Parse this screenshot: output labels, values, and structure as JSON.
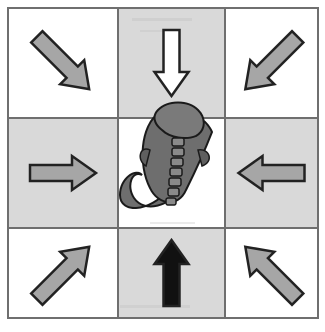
{
  "diagram": {
    "grid": {
      "rows": 3,
      "cols": 3
    },
    "colors": {
      "background": "#ffffff",
      "shaded_cell": "#d9d9d9",
      "grid_line": "#6f6f6f",
      "gray_arrow": "#a6a6a6",
      "white_arrow": "#ffffff",
      "black_arrow": "#111111",
      "arrow_outline": "#222222",
      "creature_body": "#6e6e6e",
      "creature_outline": "#1a1a1a"
    },
    "shaded_cells": [
      [
        0,
        1
      ],
      [
        1,
        0
      ],
      [
        1,
        2
      ],
      [
        2,
        1
      ]
    ],
    "arrows": [
      {
        "name": "arrow-top-left",
        "row": 0,
        "col": 0,
        "direction": "down-right",
        "fill": "gray"
      },
      {
        "name": "arrow-top-center",
        "row": 0,
        "col": 1,
        "direction": "down",
        "fill": "white"
      },
      {
        "name": "arrow-top-right",
        "row": 0,
        "col": 2,
        "direction": "down-left",
        "fill": "gray"
      },
      {
        "name": "arrow-middle-left",
        "row": 1,
        "col": 0,
        "direction": "right",
        "fill": "gray"
      },
      {
        "name": "arrow-middle-right",
        "row": 1,
        "col": 2,
        "direction": "left",
        "fill": "gray"
      },
      {
        "name": "arrow-bottom-left",
        "row": 2,
        "col": 0,
        "direction": "up-right",
        "fill": "gray"
      },
      {
        "name": "arrow-bottom-center",
        "row": 2,
        "col": 1,
        "direction": "up",
        "fill": "black"
      },
      {
        "name": "arrow-bottom-right",
        "row": 2,
        "col": 2,
        "direction": "up-left",
        "fill": "gray"
      }
    ],
    "center_icon": "creature-icon"
  }
}
